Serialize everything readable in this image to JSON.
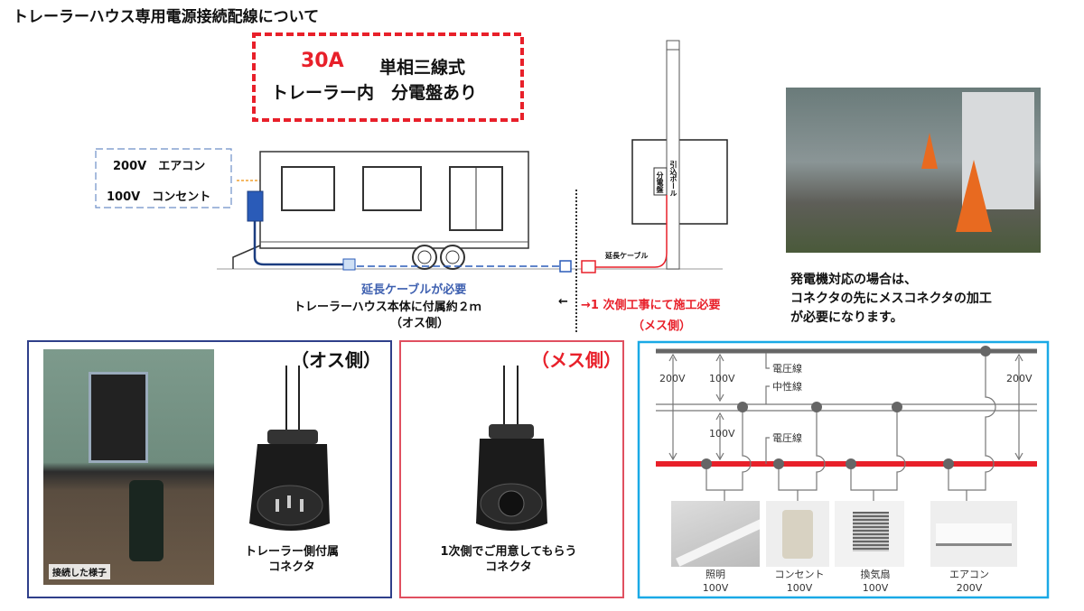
{
  "title": "トレーラーハウス専用電源接続配線について",
  "spec_box": {
    "amperage": "30A",
    "phase": "単相三線式",
    "panel": "トレーラー内　分電盤あり"
  },
  "load_box": {
    "line1": "200V　エアコン",
    "line2": "100V　コンセント"
  },
  "pole": {
    "panel_label": "分電盤",
    "pole_label": "引込ポール",
    "cable_label": "延長ケーブル"
  },
  "trailer_side": {
    "need": "延長ケーブルが必要",
    "included": "トレーラーハウス本体に付属約２ｍ",
    "side": "（オス側）"
  },
  "primary_side": {
    "arrow_left": "←",
    "work": "→1 次側工事にて施工必要",
    "side": "（メス側）"
  },
  "generator_note": [
    "発電機対応の場合は、",
    "コネクタの先にメスコネクタの加工",
    "が必要になります。"
  ],
  "male_panel": {
    "heading": "（オス側）",
    "photo_caption": "接続した様子",
    "caption_line1": "トレーラー側付属",
    "caption_line2": "コネクタ"
  },
  "female_panel": {
    "heading": "（メス側）",
    "caption_line1": "1次側でご用意してもらう",
    "caption_line2": "コネクタ"
  },
  "wiring": {
    "voltage_line": "電圧線",
    "neutral_line": "中性線",
    "v200": "200V",
    "v100": "100V",
    "loads": [
      {
        "name": "照明",
        "voltage": "100V"
      },
      {
        "name": "コンセント",
        "voltage": "100V"
      },
      {
        "name": "換気扇",
        "voltage": "100V"
      },
      {
        "name": "エアコン",
        "voltage": "200V"
      }
    ]
  },
  "colors": {
    "red": "#e8202a",
    "blue": "#2f4f9a",
    "cyan": "#1aa9e6",
    "gray": "#666666"
  }
}
